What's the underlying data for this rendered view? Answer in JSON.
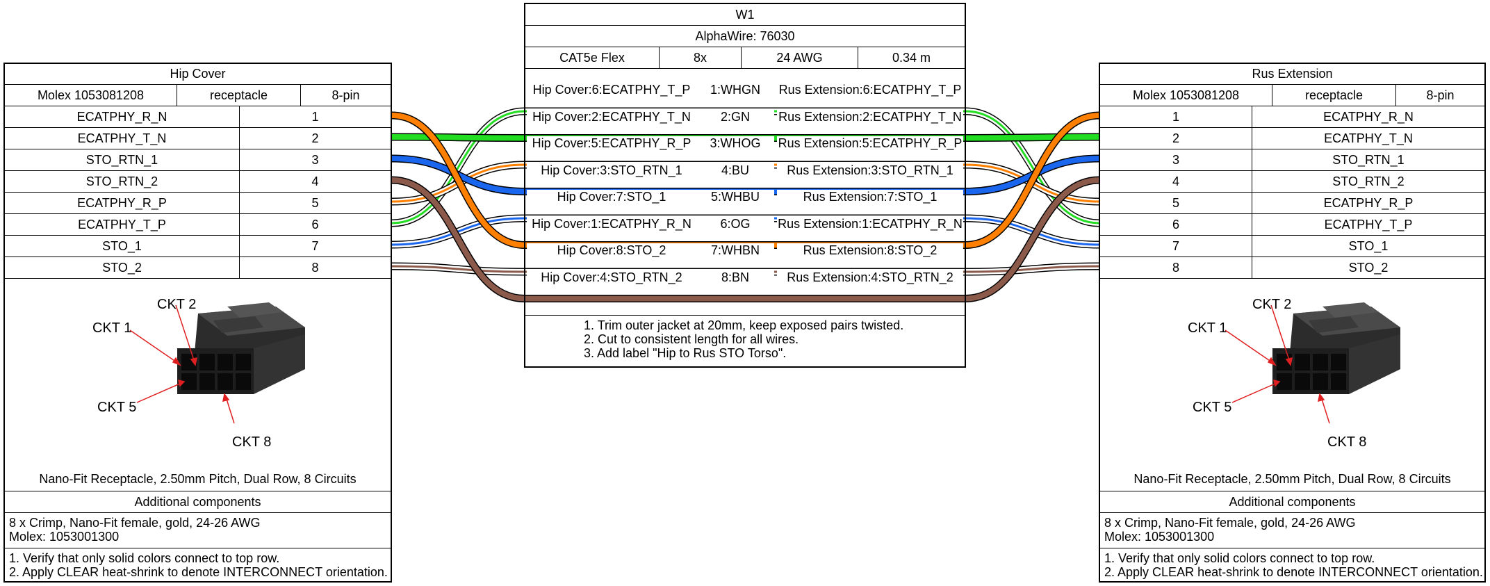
{
  "connectors": [
    {
      "id": "left",
      "name": "Hip Cover",
      "part": "Molex 1053081208",
      "gender": "receptacle",
      "pincount": "8-pin",
      "pins": [
        {
          "label": "ECATPHY_R_N",
          "num": "1"
        },
        {
          "label": "ECATPHY_T_N",
          "num": "2"
        },
        {
          "label": "STO_RTN_1",
          "num": "3"
        },
        {
          "label": "STO_RTN_2",
          "num": "4"
        },
        {
          "label": "ECATPHY_R_P",
          "num": "5"
        },
        {
          "label": "ECATPHY_T_P",
          "num": "6"
        },
        {
          "label": "STO_1",
          "num": "7"
        },
        {
          "label": "STO_2",
          "num": "8"
        }
      ],
      "image_callouts": {
        "ckt1": "CKT 1",
        "ckt2": "CKT 2",
        "ckt5": "CKT 5",
        "ckt8": "CKT 8"
      },
      "caption": "Nano-Fit Receptacle, 2.50mm Pitch, Dual Row, 8 Circuits",
      "additional_title": "Additional components",
      "additional_lines": [
        "8 x Crimp, Nano-Fit female, gold, 24-26 AWG",
        "Molex: 1053001300"
      ],
      "notes": [
        "1. Verify that only solid colors connect to top row.",
        "2. Apply CLEAR heat-shrink to denote INTERCONNECT orientation."
      ]
    },
    {
      "id": "right",
      "name": "Rus Extension",
      "part": "Molex 1053081208",
      "gender": "receptacle",
      "pincount": "8-pin",
      "pins": [
        {
          "label": "ECATPHY_R_N",
          "num": "1"
        },
        {
          "label": "ECATPHY_T_N",
          "num": "2"
        },
        {
          "label": "STO_RTN_1",
          "num": "3"
        },
        {
          "label": "STO_RTN_2",
          "num": "4"
        },
        {
          "label": "ECATPHY_R_P",
          "num": "5"
        },
        {
          "label": "ECATPHY_T_P",
          "num": "6"
        },
        {
          "label": "STO_1",
          "num": "7"
        },
        {
          "label": "STO_2",
          "num": "8"
        }
      ],
      "image_callouts": {
        "ckt1": "CKT 1",
        "ckt2": "CKT 2",
        "ckt5": "CKT 5",
        "ckt8": "CKT 8"
      },
      "caption": "Nano-Fit Receptacle, 2.50mm Pitch, Dual Row, 8 Circuits",
      "additional_title": "Additional components",
      "additional_lines": [
        "8 x Crimp, Nano-Fit female, gold, 24-26 AWG",
        "Molex: 1053001300"
      ],
      "notes": [
        "1. Verify that only solid colors connect to top row.",
        "2. Apply CLEAR heat-shrink to denote INTERCONNECT orientation."
      ]
    }
  ],
  "cable": {
    "name": "W1",
    "part": "AlphaWire: 76030",
    "type": "CAT5e Flex",
    "count": "8x",
    "gauge": "24 AWG",
    "length": "0.34 m",
    "wires": [
      {
        "left": "Hip Cover:6:ECATPHY_T_P",
        "mid": "1:WHGN",
        "right": "Rus Extension:6:ECATPHY_T_P",
        "base": "#ffffff",
        "stripe": "#22dd22",
        "lpin": 6,
        "rpin": 6
      },
      {
        "left": "Hip Cover:2:ECATPHY_T_N",
        "mid": "2:GN",
        "right": "Rus Extension:2:ECATPHY_T_N",
        "base": "#22dd22",
        "stripe": "",
        "lpin": 2,
        "rpin": 2
      },
      {
        "left": "Hip Cover:5:ECATPHY_R_P",
        "mid": "3:WHOG",
        "right": "Rus Extension:5:ECATPHY_R_P",
        "base": "#ffffff",
        "stripe": "#ff8000",
        "lpin": 5,
        "rpin": 5
      },
      {
        "left": "Hip Cover:3:STO_RTN_1",
        "mid": "4:BU",
        "right": "Rus Extension:3:STO_RTN_1",
        "base": "#1a66ee",
        "stripe": "",
        "lpin": 3,
        "rpin": 3
      },
      {
        "left": "Hip Cover:7:STO_1",
        "mid": "5:WHBU",
        "right": "Rus Extension:7:STO_1",
        "base": "#ffffff",
        "stripe": "#1a66ee",
        "lpin": 7,
        "rpin": 7
      },
      {
        "left": "Hip Cover:1:ECATPHY_R_N",
        "mid": "6:OG",
        "right": "Rus Extension:1:ECATPHY_R_N",
        "base": "#ff8000",
        "stripe": "",
        "lpin": 1,
        "rpin": 1
      },
      {
        "left": "Hip Cover:8:STO_2",
        "mid": "7:WHBN",
        "right": "Rus Extension:8:STO_2",
        "base": "#ffffff",
        "stripe": "#8b5a4a",
        "lpin": 8,
        "rpin": 8
      },
      {
        "left": "Hip Cover:4:STO_RTN_2",
        "mid": "8:BN",
        "right": "Rus Extension:4:STO_RTN_2",
        "base": "#8b5a4a",
        "stripe": "",
        "lpin": 4,
        "rpin": 4
      }
    ],
    "notes": [
      "1. Trim outer jacket at 20mm, keep exposed pairs twisted.",
      "2. Cut to consistent length for all wires.",
      "3. Add label \"Hip to Rus STO Torso\"."
    ]
  }
}
